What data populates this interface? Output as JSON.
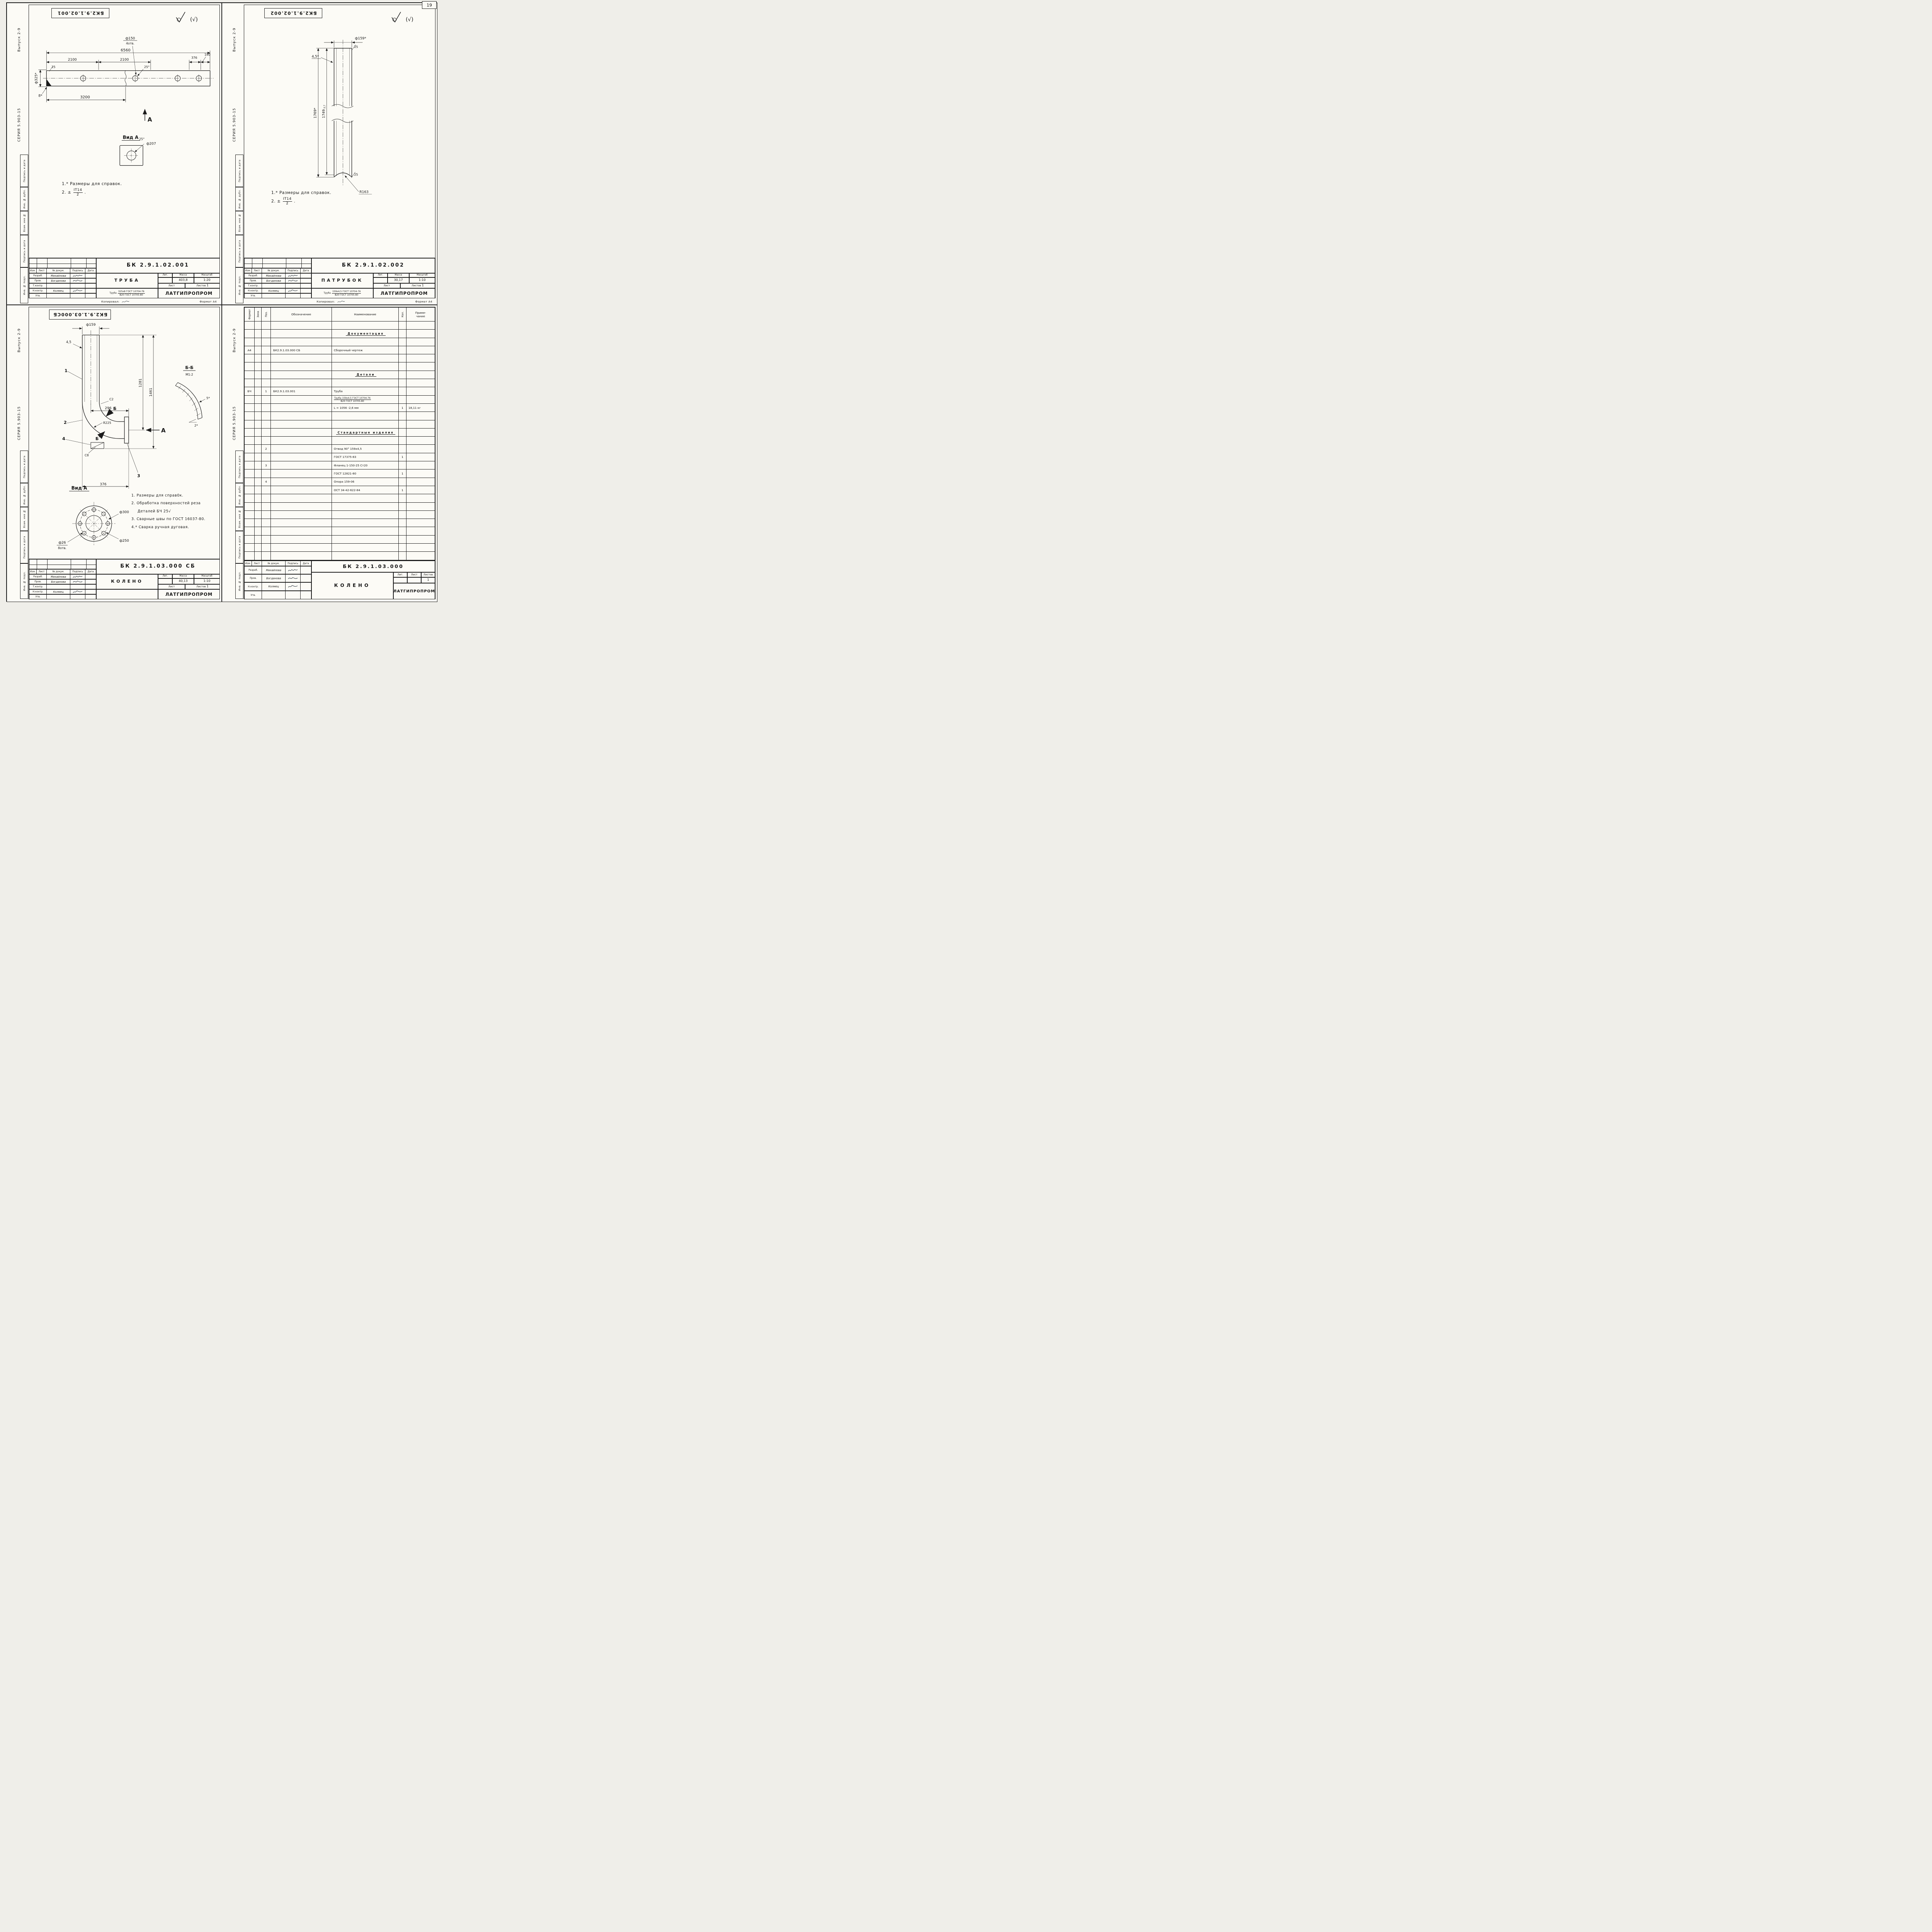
{
  "page": {
    "number": "19"
  },
  "sidebar": {
    "vypusk": "Выпуск 2-9",
    "seriya": "СЕРИЯ 5.903-15",
    "box1": "Подпись и дата",
    "box2": "Инв. № дубл.",
    "box3": "Взам. инв №",
    "box4": "Подпись и дата",
    "box5": "Инв. № подл."
  },
  "tb_labels": {
    "izm": "Изм.",
    "list": "Лист",
    "ndokum": "№ докум.",
    "podpis": "Подпись",
    "data": "Дата",
    "razrab": "Разраб.",
    "prov": "Пров.",
    "tkontr": "Т.контр.",
    "nkontr": "Н.контр.",
    "utv": "Утв.",
    "razrab_name": "Михайлова",
    "prov_name": "Богданова",
    "nkontr_name": "Колмец",
    "lit": "Лит.",
    "massa": "Масса",
    "masshtab": "Масштаб",
    "list_cell": "Лист",
    "listov": "Листов",
    "listov_val": "1",
    "company": "ЛАТГИПРОПРОМ",
    "kopiroval": "Копировал:",
    "format_a4": "Формат А4"
  },
  "q1": {
    "stamp": "БК2.9.1.02.001",
    "finish_mark": "(√)",
    "doc_number": "БК 2.9.1.02.001",
    "part_name": "ТРУБА",
    "massa": "403,8",
    "masshtab": "1:20",
    "material_prefix": "Труба",
    "material_top": "325х8 ГОСТ 10704-76",
    "material_bot": "В20 ГОСТ 10705-80",
    "d": {
      "total": "6560",
      "seg1": "2100",
      "seg2": "2100",
      "seg3": "376",
      "seg4": "180",
      "hole_d": "ф150",
      "hole_qty": "4отв.",
      "hole_angle": "25°",
      "dia": "ф325*",
      "chamfer": "25",
      "wall": "8*",
      "half": "3200",
      "arrow": "А",
      "vid": "Вид А",
      "vid_d": "ф207",
      "vid_angle": "25°"
    },
    "note1": "1.* Размеры для справок.",
    "note2_prefix": "2.  ±",
    "note2_top": "IT14",
    "note2_bot": "2",
    "note2_end": "."
  },
  "q2": {
    "stamp": "БК2.9.1.02.002",
    "finish_mark": "(√)",
    "doc_number": "БК 2.9.1.02.002",
    "part_name": "ПАТРУБОК",
    "massa": "30,17",
    "masshtab": "1:10",
    "material_prefix": "Труба",
    "material_top": "159х4,5 ГОСТ 10704-76",
    "material_bot": "В20 ГОСТ 10705-80",
    "d": {
      "dia": "ф159*",
      "wall": "4,5*",
      "chamfer_top": "25",
      "chamfer_bot": "25",
      "len1": "1769*",
      "len2": "1749",
      "len2_tol": "-3,7",
      "radius": "R163"
    },
    "note1": "1.* Размеры для справок.",
    "note2_prefix": "2.  ±",
    "note2_top": "IT14",
    "note2_bot": "2",
    "note2_end": "."
  },
  "q3": {
    "stamp": "БК2.9.1.03.000СБ",
    "doc_number": "БК 2.9.1.03.000 СБ",
    "part_name": "КОЛЕНО",
    "massa": "40,13",
    "masshtab": "1:10",
    "d": {
      "dia": "ф159",
      "wall": "4,5",
      "w296": "296",
      "h1281": "1281",
      "h1461": "1461",
      "r225": "R225",
      "w376": "376",
      "weld1": "С2",
      "weld2": "С8",
      "b1": "1",
      "b2": "2",
      "b3": "3",
      "b4": "4",
      "sec": "Б",
      "sec_label": "Б-Б",
      "sec_scale": "М1:2",
      "sec_t": "5*",
      "sec_gap": "2*",
      "arrow": "А",
      "vid": "Вид А",
      "vd1": "ф300",
      "vd2": "ф250",
      "vd3": "ф26",
      "vd3_qty": "8отв."
    },
    "notes": {
      "n1": "1. Размеры для справ0к.",
      "n2a": "2. Обработка поверхностей реза",
      "n2b": "Деталей  БЧ  25√",
      "n3": "3. Сварные швы по ГОСТ 16037-80.",
      "n4": "4.* Сварка ручная дуговая."
    }
  },
  "q4": {
    "doc_number": "БК 2.9.1.03.000",
    "part_name": "КОЛЕНО",
    "spec": {
      "h_format": "Формат",
      "h_zona": "Зона",
      "h_poz": "Поз.",
      "h_obozn": "Обозначение",
      "h_naimen": "Наименование",
      "h_kol": "Кол.",
      "h_prim1": "Приме-",
      "h_prim2": "чание",
      "sec1": "Документация",
      "r_doc_format": "А4",
      "r_doc_obozn": "БК2.9.1.03.000 СБ",
      "r_doc_naimen": "Сборочный чертеж",
      "sec2": "Детали",
      "r_truba_format": "БЧ",
      "r_truba_poz": "1",
      "r_truba_obozn": "БК2.9.1.03.001",
      "r_truba_naimen": "Труба",
      "r_truba_mat_pre": "Труба",
      "r_truba_mat_top": "159х4,5 ГОСТ 10704-76",
      "r_truba_mat_bot": "В20 ГОСТ 10705-80",
      "r_truba_len": "L = 1056 -2,6 мм",
      "r_truba_kol": "1",
      "r_truba_prim": "18,11 кг",
      "sec3": "Стандартные изделия",
      "r_otvod_poz": "2",
      "r_otvod_naimen": "Отвод 90° 159х4,5",
      "r_otvod_gost": "ГОСТ 17375-83",
      "r_otvod_kol": "1",
      "r_flanec_poz": "3",
      "r_flanec_naimen": "Фланец 1-150-25  Ст20",
      "r_flanec_gost": "ГОСТ 12821-80",
      "r_flanec_kol": "1",
      "r_opora_poz": "4",
      "r_opora_naimen": "Опора 159-06",
      "r_opora_gost": "ОСТ 34-42-622-84",
      "r_opora_kol": "1"
    }
  }
}
